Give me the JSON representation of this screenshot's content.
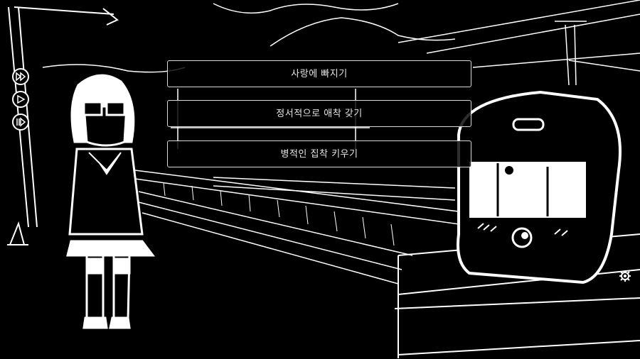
{
  "choices": [
    {
      "label": "사랑에 빠지기"
    },
    {
      "label": "정서적으로 애착 갖기"
    },
    {
      "label": "병적인 집착 키우기"
    }
  ],
  "controls": [
    {
      "icon": "fast-forward-icon"
    },
    {
      "icon": "play-icon"
    },
    {
      "icon": "pause-play-icon"
    }
  ],
  "colors": {
    "background": "#000000",
    "line": "#ffffff",
    "button_border": "#d8d8d8"
  }
}
